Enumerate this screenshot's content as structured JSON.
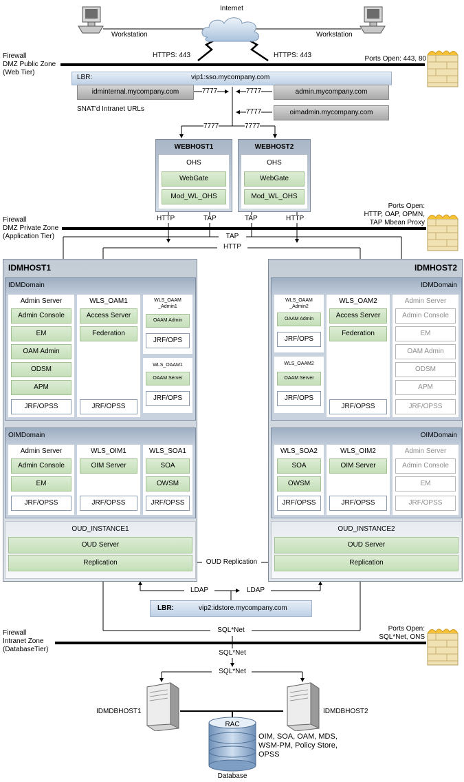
{
  "top": {
    "internet": "Internet",
    "workstation_left": "Workstation",
    "workstation_right": "Workstation",
    "https_left": "HTTPS: 443",
    "https_right": "HTTPS: 443"
  },
  "fw1": {
    "label": "Firewall\nDMZ Public Zone\n(Web Tier)",
    "ports": "Ports Open: 443, 80"
  },
  "lbr1": {
    "prefix": "LBR:",
    "vip": "vip1:sso.mycompany.com",
    "idminternal": "idminternal.mycompany.com",
    "admin": "admin.mycompany.com",
    "oimadmin": "oimadmin.mycompany.com",
    "snat": "SNAT'd Intranet URLs",
    "p1": "7777",
    "p2": "7777",
    "p3": "7777",
    "p4": "7777",
    "p5": "7777"
  },
  "webhost1": {
    "title": "WEBHOST1",
    "ohs": "OHS",
    "webgate": "WebGate",
    "modwl": "Mod_WL_OHS"
  },
  "webhost2": {
    "title": "WEBHOST2",
    "ohs": "OHS",
    "webgate": "WebGate",
    "modwl": "Mod_WL_OHS"
  },
  "fw2": {
    "label": "Firewall\nDMZ Private Zone\n(Application Tier)",
    "ports": "Ports Open:\nHTTP, OAP, OPMN,\nTAP Mbean Proxy",
    "http1": "HTTP",
    "tap1": "TAP",
    "tap2": "TAP",
    "http2": "HTTP",
    "tap_mid": "TAP",
    "http_mid": "HTTP"
  },
  "h1": {
    "title": "IDMHOST1",
    "idmdomain": "IDMDomain",
    "admin": {
      "title": "Admin Server",
      "items": [
        "Admin Console",
        "EM",
        "OAM Admin",
        "ODSM",
        "APM"
      ],
      "jrf": "JRF/OPSS"
    },
    "oam1": {
      "title": "WLS_OAM1",
      "items": [
        "Access Server",
        "Federation"
      ],
      "jrf": "JRF/OPSS"
    },
    "oaam_admin": {
      "title": "WLS_OAAM\n_Admin1",
      "item": "OAAM Admin",
      "jrf": "JRF/OPS"
    },
    "oaam": {
      "title": "WLS_OAAM1",
      "item": "OAAM Server",
      "jrf": "JRF/OPS"
    },
    "oimdomain": "OIMDomain",
    "oim_admin": {
      "title": "Admin Server",
      "items": [
        "Admin Console",
        "EM"
      ],
      "jrf": "JRF/OPSS"
    },
    "oim1": {
      "title": "WLS_OIM1",
      "item": "OIM Server",
      "jrf": "JRF/OPSS"
    },
    "soa1": {
      "title": "WLS_SOA1",
      "items": [
        "SOA",
        "OWSM"
      ],
      "jrf": "JRF/OPSS"
    },
    "oud": {
      "title": "OUD_INSTANCE1",
      "server": "OUD Server",
      "rep": "Replication"
    }
  },
  "h2": {
    "title": "IDMHOST2",
    "idmdomain": "IDMDomain",
    "oaam_admin": {
      "title": "WLS_OAAM\n_Admin2",
      "item": "OAAM Admin",
      "jrf": "JRF/OPS"
    },
    "oaam": {
      "title": "WLS_OAAM2",
      "item": "OAAM Server",
      "jrf": "JRF/OPS"
    },
    "oam2": {
      "title": "WLS_OAM2",
      "items": [
        "Access Server",
        "Federation"
      ],
      "jrf": "JRF/OPSS"
    },
    "admin": {
      "title": "Admin Server",
      "items": [
        "Admin Console",
        "EM",
        "OAM Admin",
        "ODSM",
        "APM"
      ],
      "jrf": "JRF/OPSS"
    },
    "oimdomain": "OIMDomain",
    "soa2": {
      "title": "WLS_SOA2",
      "items": [
        "SOA",
        "OWSM"
      ],
      "jrf": "JRF/OPSS"
    },
    "oim2": {
      "title": "WLS_OIM2",
      "item": "OIM Server",
      "jrf": "JRF/OPSS"
    },
    "oim_admin": {
      "title": "Admin Server",
      "items": [
        "Admin Console",
        "EM"
      ],
      "jrf": "JRF/OPSS"
    },
    "oud": {
      "title": "OUD_INSTANCE2",
      "server": "OUD Server",
      "rep": "Replication"
    }
  },
  "oud_rep": "OUD Replication",
  "ldap": {
    "left": "LDAP",
    "right": "LDAP"
  },
  "lbr2": {
    "prefix": "LBR:",
    "vip": "vip2:idstore.mycompany.com"
  },
  "fw3": {
    "label": "Firewall\nIntranet Zone\n(DatabaseTier)",
    "ports": "Ports Open:\nSQL*Net, ONS",
    "sqlnet1": "SQL*Net",
    "sqlnet2": "SQL*Net",
    "sqlnet3": "SQL*Net"
  },
  "db": {
    "host1": "IDMDBHOST1",
    "host2": "IDMDBHOST2",
    "rac": "RAC",
    "contents": "OIM, SOA, OAM, MDS,\nWSM-PM, Policy Store,\nOPSS",
    "database": "Database"
  }
}
